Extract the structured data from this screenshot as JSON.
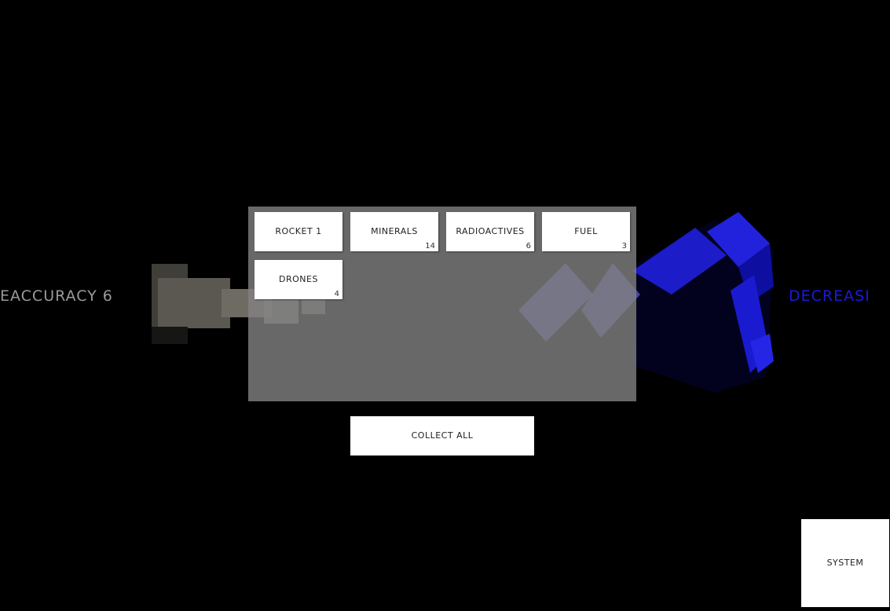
{
  "left_label": "EACCURACY 6",
  "right_label": "DECREASI",
  "inventory": {
    "slots": [
      {
        "name": "ROCKET 1",
        "count": ""
      },
      {
        "name": "MINERALS",
        "count": "14"
      },
      {
        "name": "RADIOACTIVES",
        "count": "6"
      },
      {
        "name": "FUEL",
        "count": "3"
      },
      {
        "name": "DRONES",
        "count": "4"
      }
    ]
  },
  "buttons": {
    "collect_all": "COLLECT ALL",
    "system": "SYSTEM"
  },
  "colors": {
    "background": "#000000",
    "enemy_label": "#1a1ae0",
    "player_label": "#9a9a9a",
    "enemy_ship": "#1414c8"
  }
}
